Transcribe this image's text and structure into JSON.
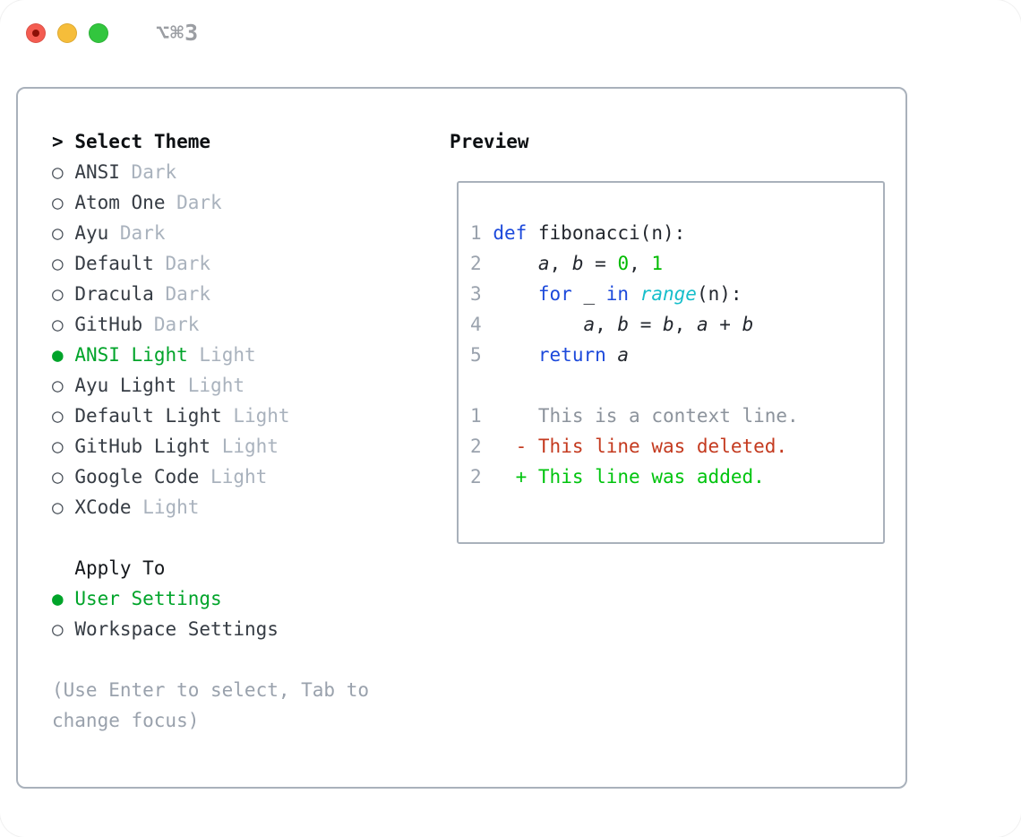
{
  "window": {
    "title": "⌥⌘3",
    "traffic_lights": [
      {
        "name": "close",
        "color": "#f45c51",
        "has_dot": true
      },
      {
        "name": "minimize",
        "color": "#f6bd3a",
        "has_dot": false
      },
      {
        "name": "zoom",
        "color": "#32c63e",
        "has_dot": false
      }
    ]
  },
  "theme_selector": {
    "cursor": ">",
    "heading": "Select Theme",
    "items": [
      {
        "label": "ANSI",
        "tag": "Dark",
        "selected": false
      },
      {
        "label": "Atom One",
        "tag": "Dark",
        "selected": false
      },
      {
        "label": "Ayu",
        "tag": "Dark",
        "selected": false
      },
      {
        "label": "Default",
        "tag": "Dark",
        "selected": false
      },
      {
        "label": "Dracula",
        "tag": "Dark",
        "selected": false
      },
      {
        "label": "GitHub",
        "tag": "Dark",
        "selected": false
      },
      {
        "label": "ANSI Light",
        "tag": "Light",
        "selected": true
      },
      {
        "label": "Ayu Light",
        "tag": "Light",
        "selected": false
      },
      {
        "label": "Default Light",
        "tag": "Light",
        "selected": false
      },
      {
        "label": "GitHub Light",
        "tag": "Light",
        "selected": false
      },
      {
        "label": "Google Code",
        "tag": "Light",
        "selected": false
      },
      {
        "label": "XCode",
        "tag": "Light",
        "selected": false
      }
    ],
    "radio_unselected_icon": "○",
    "radio_selected_icon": "●"
  },
  "apply_to": {
    "heading": "Apply To",
    "options": [
      {
        "label": "User Settings",
        "selected": true
      },
      {
        "label": "Workspace Settings",
        "selected": false
      }
    ]
  },
  "hint": "(Use Enter to select, Tab to change focus)",
  "preview": {
    "heading": "Preview",
    "code_lines": [
      {
        "num": "1",
        "tokens": [
          {
            "t": "def",
            "s": "kw"
          },
          {
            "t": " fibonacci(n):",
            "s": "plain"
          }
        ]
      },
      {
        "num": "2",
        "tokens": [
          {
            "t": "    ",
            "s": "plain"
          },
          {
            "t": "a",
            "s": "var"
          },
          {
            "t": ", ",
            "s": "plain"
          },
          {
            "t": "b",
            "s": "var"
          },
          {
            "t": " = ",
            "s": "plain"
          },
          {
            "t": "0",
            "s": "num"
          },
          {
            "t": ", ",
            "s": "plain"
          },
          {
            "t": "1",
            "s": "num"
          }
        ]
      },
      {
        "num": "3",
        "tokens": [
          {
            "t": "    ",
            "s": "plain"
          },
          {
            "t": "for",
            "s": "kw"
          },
          {
            "t": " _ ",
            "s": "plain"
          },
          {
            "t": "in",
            "s": "kw"
          },
          {
            "t": " ",
            "s": "plain"
          },
          {
            "t": "range",
            "s": "builtin"
          },
          {
            "t": "(n):",
            "s": "plain"
          }
        ]
      },
      {
        "num": "4",
        "tokens": [
          {
            "t": "        ",
            "s": "plain"
          },
          {
            "t": "a",
            "s": "var"
          },
          {
            "t": ", ",
            "s": "plain"
          },
          {
            "t": "b",
            "s": "var"
          },
          {
            "t": " = ",
            "s": "plain"
          },
          {
            "t": "b",
            "s": "var"
          },
          {
            "t": ", ",
            "s": "plain"
          },
          {
            "t": "a",
            "s": "var"
          },
          {
            "t": " + ",
            "s": "plain"
          },
          {
            "t": "b",
            "s": "var"
          }
        ]
      },
      {
        "num": "5",
        "tokens": [
          {
            "t": "    ",
            "s": "plain"
          },
          {
            "t": "return",
            "s": "kw"
          },
          {
            "t": " ",
            "s": "plain"
          },
          {
            "t": "a",
            "s": "var"
          }
        ]
      }
    ],
    "diff_lines": [
      {
        "num": "1",
        "sign": " ",
        "text": "This is a context line.",
        "kind": "context"
      },
      {
        "num": "2",
        "sign": "-",
        "text": "This line was deleted.",
        "kind": "deleted"
      },
      {
        "num": "2",
        "sign": "+",
        "text": "This line was added.",
        "kind": "added"
      }
    ]
  },
  "colors": {
    "selection_green": "#00a42a",
    "keyword_blue": "#1c49db",
    "builtin_cyan": "#16becb",
    "number_green": "#00bb00",
    "diff_deleted_red": "#c43a1f",
    "diff_added_green": "#00c40e",
    "diff_context_gray": "#8c939c",
    "muted_tag_gray": "#a9b2bd",
    "line_number_gray": "#9aa2ad",
    "panel_border_gray": "#a9b1bb",
    "traffic_red": "#f45c51",
    "traffic_yellow": "#f6bd3a",
    "traffic_green": "#32c63e"
  }
}
